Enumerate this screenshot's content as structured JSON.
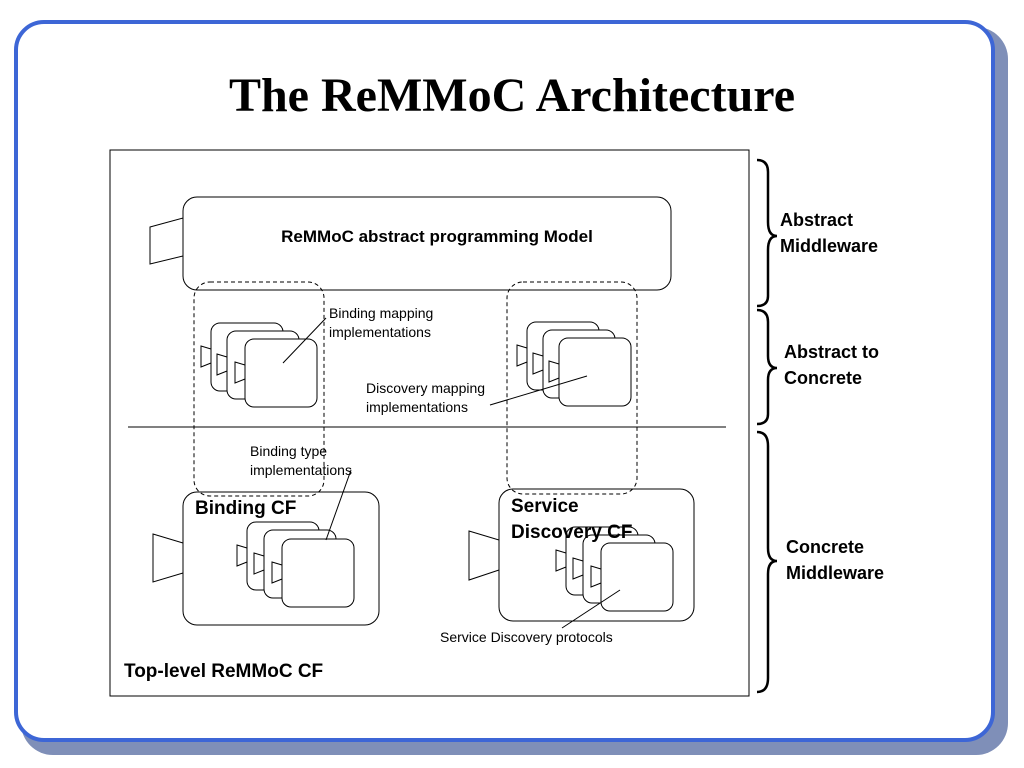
{
  "slide": {
    "title": "The ReMMoC Architecture"
  },
  "diagram": {
    "abstract_model_label": "ReMMoC abstract programming Model",
    "binding_mapping_label": "Binding mapping\nimplementations",
    "discovery_mapping_label": "Discovery mapping\nimplementations",
    "binding_type_label": "Binding type\nimplementations",
    "binding_cf_label": "Binding CF",
    "service_discovery_cf_label": "Service\nDiscovery CF",
    "service_discovery_protocols_label": "Service Discovery protocols",
    "top_level_label": "Top-level ReMMoC CF"
  },
  "layers": {
    "abstract_middleware": "Abstract\nMiddleware",
    "abstract_to_concrete": "Abstract to\nConcrete",
    "concrete_middleware": "Concrete\nMiddleware"
  }
}
